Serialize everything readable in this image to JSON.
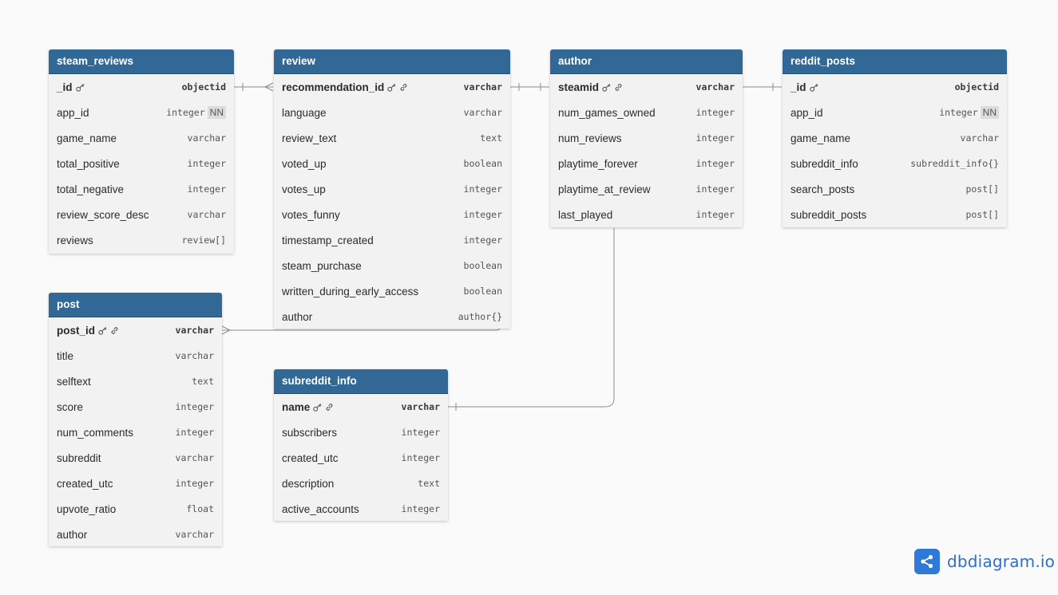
{
  "tables": [
    {
      "id": "steam_reviews",
      "name": "steam_reviews",
      "fields": [
        {
          "name": "_id",
          "type": "objectid",
          "pk": true,
          "key_icon": true,
          "link_icon": false
        },
        {
          "name": "app_id",
          "type": "integer",
          "nn": "NN"
        },
        {
          "name": "game_name",
          "type": "varchar"
        },
        {
          "name": "total_positive",
          "type": "integer"
        },
        {
          "name": "total_negative",
          "type": "integer"
        },
        {
          "name": "review_score_desc",
          "type": "varchar"
        },
        {
          "name": "reviews",
          "type": "review[]"
        }
      ]
    },
    {
      "id": "review",
      "name": "review",
      "fields": [
        {
          "name": "recommendation_id",
          "type": "varchar",
          "pk": true,
          "key_icon": true,
          "link_icon": true
        },
        {
          "name": "language",
          "type": "varchar"
        },
        {
          "name": "review_text",
          "type": "text"
        },
        {
          "name": "voted_up",
          "type": "boolean"
        },
        {
          "name": "votes_up",
          "type": "integer"
        },
        {
          "name": "votes_funny",
          "type": "integer"
        },
        {
          "name": "timestamp_created",
          "type": "integer"
        },
        {
          "name": "steam_purchase",
          "type": "boolean"
        },
        {
          "name": "written_during_early_access",
          "type": "boolean"
        },
        {
          "name": "author",
          "type": "author{}"
        }
      ]
    },
    {
      "id": "author",
      "name": "author",
      "fields": [
        {
          "name": "steamid",
          "type": "varchar",
          "pk": true,
          "key_icon": true,
          "link_icon": true
        },
        {
          "name": "num_games_owned",
          "type": "integer"
        },
        {
          "name": "num_reviews",
          "type": "integer"
        },
        {
          "name": "playtime_forever",
          "type": "integer"
        },
        {
          "name": "playtime_at_review",
          "type": "integer"
        },
        {
          "name": "last_played",
          "type": "integer"
        }
      ]
    },
    {
      "id": "reddit_posts",
      "name": "reddit_posts",
      "fields": [
        {
          "name": "_id",
          "type": "objectid",
          "pk": true,
          "key_icon": true,
          "link_icon": false
        },
        {
          "name": "app_id",
          "type": "integer",
          "nn": "NN"
        },
        {
          "name": "game_name",
          "type": "varchar"
        },
        {
          "name": "subreddit_info",
          "type": "subreddit_info{}"
        },
        {
          "name": "search_posts",
          "type": "post[]"
        },
        {
          "name": "subreddit_posts",
          "type": "post[]"
        }
      ]
    },
    {
      "id": "post",
      "name": "post",
      "fields": [
        {
          "name": "post_id",
          "type": "varchar",
          "pk": true,
          "key_icon": true,
          "link_icon": true
        },
        {
          "name": "title",
          "type": "varchar"
        },
        {
          "name": "selftext",
          "type": "text"
        },
        {
          "name": "score",
          "type": "integer"
        },
        {
          "name": "num_comments",
          "type": "integer"
        },
        {
          "name": "subreddit",
          "type": "varchar"
        },
        {
          "name": "created_utc",
          "type": "integer"
        },
        {
          "name": "upvote_ratio",
          "type": "float"
        },
        {
          "name": "author",
          "type": "varchar"
        }
      ]
    },
    {
      "id": "subreddit_info",
      "name": "subreddit_info",
      "fields": [
        {
          "name": "name",
          "type": "varchar",
          "pk": true,
          "key_icon": true,
          "link_icon": true
        },
        {
          "name": "subscribers",
          "type": "integer"
        },
        {
          "name": "created_utc",
          "type": "integer"
        },
        {
          "name": "description",
          "type": "text"
        },
        {
          "name": "active_accounts",
          "type": "integer"
        }
      ]
    }
  ],
  "relationships": [
    {
      "from": "steam_reviews._id",
      "to": "review.recommendation_id",
      "from_card": "one",
      "to_card": "many"
    },
    {
      "from": "review.recommendation_id",
      "to": "author.steamid",
      "from_card": "one",
      "to_card": "one"
    },
    {
      "from": "author.steamid",
      "to": "reddit_posts._id",
      "from_card": "one",
      "to_card": "one"
    },
    {
      "from": "review.author",
      "to": "post.post_id",
      "from_card": "one",
      "to_card": "many"
    },
    {
      "from": "author.last_played",
      "to": "subreddit_info.name",
      "from_card": "one",
      "to_card": "one"
    }
  ],
  "brand": {
    "text": "dbdiagram.io",
    "icon": "share-nodes-icon",
    "color": "#2f7ad9"
  },
  "colors": {
    "header": "#316896",
    "body": "#f2f2f2",
    "background": "#fafafa",
    "line": "#8c8c8c"
  }
}
